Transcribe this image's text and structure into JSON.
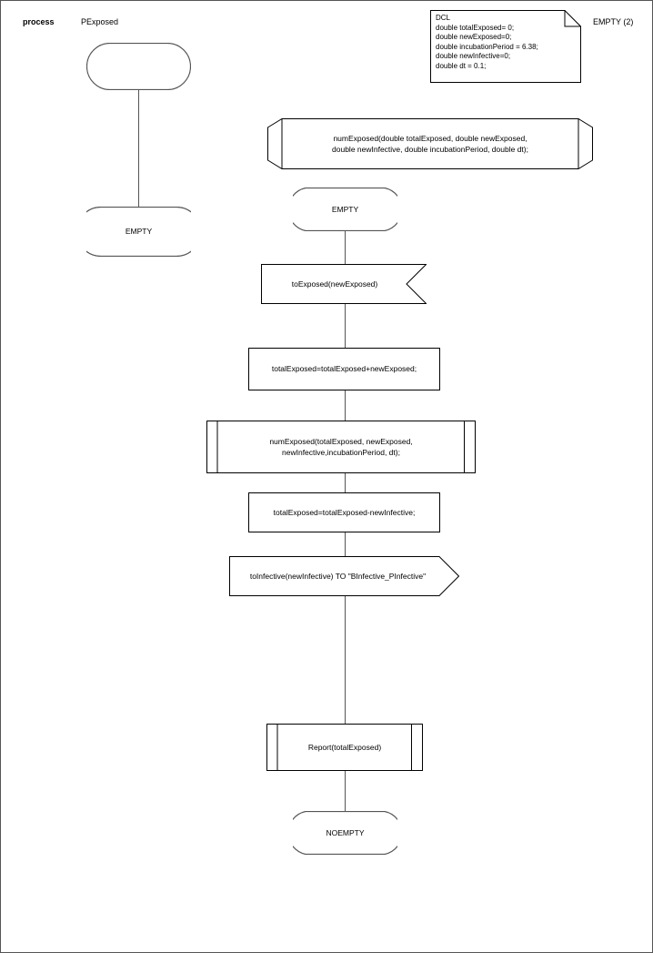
{
  "diagram": {
    "type": "SDL process diagram",
    "page_border_color": "#555555",
    "line_color": "#555555",
    "text_color": "#000000"
  },
  "header": {
    "keyword": "process",
    "name": "PExposed",
    "page_label": "EMPTY (2)"
  },
  "declaration": {
    "title": "DCL",
    "lines": [
      "double totalExposed= 0;",
      "double newExposed=0;",
      "double incubationPeriod = 6.38;",
      "double newInfective=0;",
      "double dt = 0.1;"
    ],
    "text": "DCL\ndouble totalExposed= 0;\ndouble newExposed=0;\ndouble incubationPeriod = 6.38;\ndouble newInfective=0;\ndouble dt = 0.1;"
  },
  "procedure_declaration": {
    "text": "numExposed(double totalExposed, double newExposed,\ndouble newInfective, double incubationPeriod, double dt);"
  },
  "left_branch": {
    "start_label": "",
    "state_label": "EMPTY"
  },
  "flow": {
    "state_start": "EMPTY",
    "input_signal": "toExposed(newExposed)",
    "task_1": "totalExposed=totalExposed+newExposed;",
    "procedure_call_1": "numExposed(totalExposed, newExposed,\nnewInfective,incubationPeriod, dt);",
    "task_2": "totalExposed=totalExposed-newInfective;",
    "output_signal": "toInfective(newInfective) TO \"BInfective_PInfective\"",
    "procedure_call_2": "Report(totalExposed)",
    "state_end": "NOEMPTY"
  }
}
